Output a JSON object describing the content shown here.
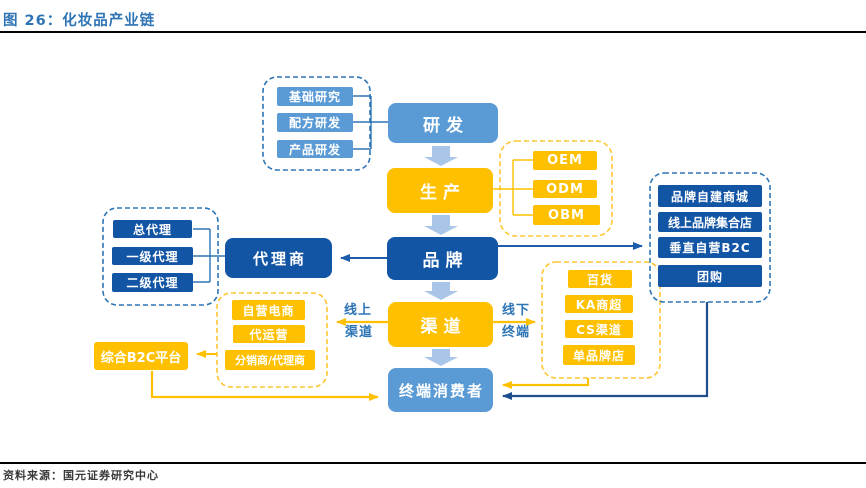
{
  "header": {
    "title": "图 26：化妆品产业链"
  },
  "footer": {
    "source": "资料来源：国元证券研究中心"
  },
  "colors": {
    "title_blue": "#2E74B5",
    "light_blue_box": "#5B9BD5",
    "dark_blue_box": "#1355A5",
    "gold_box": "#FFC000",
    "block_arrow": "#A9C6E8",
    "connector_blue": "#2E75B6",
    "arrow_blue": "#1B5CAD",
    "arrow_navy": "#1F4E8C",
    "arrow_gold": "#FFC000",
    "rule_black": "#000000"
  },
  "diagram": {
    "main_flow": [
      {
        "label": "研发"
      },
      {
        "label": "生产"
      },
      {
        "label": "品牌"
      },
      {
        "label": "渠道"
      },
      {
        "label": "终端消费者"
      }
    ],
    "research_group": {
      "items": [
        {
          "label": "基础研究"
        },
        {
          "label": "配方研发"
        },
        {
          "label": "产品研发"
        }
      ]
    },
    "manufacture_group": {
      "items": [
        {
          "label": "OEM"
        },
        {
          "label": "ODM"
        },
        {
          "label": "OBM"
        }
      ]
    },
    "agent": {
      "label": "代理商"
    },
    "agent_group": {
      "items": [
        {
          "label": "总代理"
        },
        {
          "label": "一级代理"
        },
        {
          "label": "二级代理"
        }
      ]
    },
    "online_channel_group": {
      "items": [
        {
          "label": "自营电商"
        },
        {
          "label": "代运营"
        },
        {
          "label": "分销商/代理商"
        }
      ]
    },
    "b2c_platform": {
      "label": "综合B2C平台"
    },
    "offline_terminal_group": {
      "items": [
        {
          "label": "百货"
        },
        {
          "label": "KA商超"
        },
        {
          "label": "CS渠道"
        },
        {
          "label": "单品牌店"
        }
      ]
    },
    "online_brand_group": {
      "items": [
        {
          "label": "品牌自建商城"
        },
        {
          "label": "线上品牌集合店"
        },
        {
          "label": "垂直自营B2C"
        },
        {
          "label": "团购"
        }
      ]
    },
    "flow_labels": {
      "online_line1": "线上",
      "online_line2": "渠道",
      "offline_line1": "线下",
      "offline_line2": "终端"
    }
  }
}
